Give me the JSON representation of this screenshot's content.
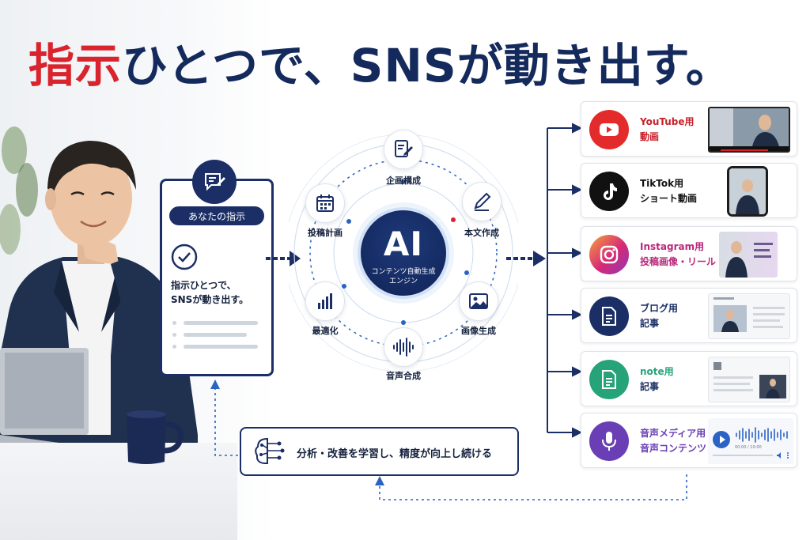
{
  "headline": {
    "accent": "指示",
    "rest": "ひとつで、SNSが動き出す。"
  },
  "instruction_card": {
    "tag": "あなたの指示",
    "line1": "指示ひとつで、",
    "line2": "SNSが動き出す。"
  },
  "engine": {
    "title": "AI",
    "subtitle_line1": "コンテンツ自動生成",
    "subtitle_line2": "エンジン",
    "nodes": [
      {
        "label": "企画構成",
        "icon": "edit-document-icon"
      },
      {
        "label": "本文作成",
        "icon": "pen-icon"
      },
      {
        "label": "画像生成",
        "icon": "image-icon"
      },
      {
        "label": "音声合成",
        "icon": "waveform-icon"
      },
      {
        "label": "最適化",
        "icon": "bar-chart-icon"
      },
      {
        "label": "投稿計画",
        "icon": "calendar-icon"
      }
    ]
  },
  "outputs": [
    {
      "line1": "YouTube用",
      "line2": "動画",
      "color": "#c8202a",
      "icon": "youtube-icon"
    },
    {
      "line1": "TikTok用",
      "line2": "ショート動画",
      "color": "#111111",
      "icon": "tiktok-icon"
    },
    {
      "line1": "Instagram用",
      "line2": "投稿画像・リール",
      "color": "#b8287a",
      "icon": "instagram-icon"
    },
    {
      "line1": "ブログ用",
      "line2": "記事",
      "color": "#1b2f66",
      "icon": "document-icon"
    },
    {
      "line1": "note用",
      "line2": "記事",
      "color": "#27a37a",
      "icon": "document-icon"
    },
    {
      "line1": "音声メディア用",
      "line2": "音声コンテンツ",
      "color": "#6a3fb5",
      "icon": "microphone-icon"
    }
  ],
  "audio_player": {
    "time": "00:00 / 10:00"
  },
  "feedback": {
    "text": "分析・改善を学習し、精度が向上し続ける"
  },
  "colors": {
    "navy": "#1b2f66",
    "red": "#d9232d",
    "accent_blue": "#2b63c4"
  }
}
